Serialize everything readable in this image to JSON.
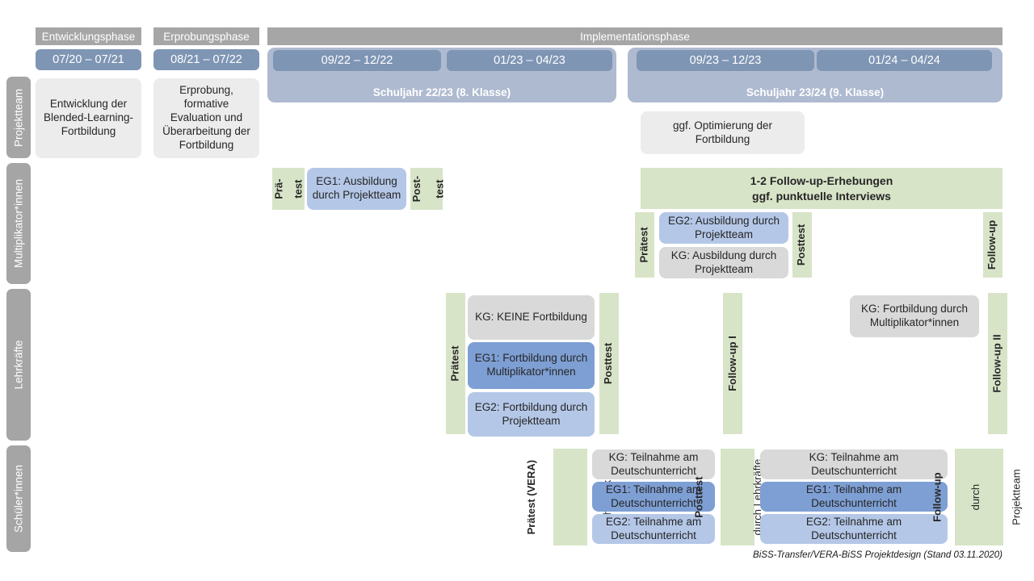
{
  "diagram": {
    "footer": "BiSS-Transfer/VERA-BiSS Projektdesign (Stand 03.11.2020)"
  },
  "phases": [
    {
      "label": "Entwicklungsphase"
    },
    {
      "label": "Erprobungsphase"
    },
    {
      "label": "Implementationsphase"
    }
  ],
  "periods": [
    {
      "label": "07/20 – 07/21"
    },
    {
      "label": "08/21 – 07/22"
    },
    {
      "label": "09/22 – 12/22"
    },
    {
      "label": "01/23 – 04/23"
    },
    {
      "label": "09/23 – 12/23"
    },
    {
      "label": "01/24 – 04/24"
    }
  ],
  "schoolyears": [
    {
      "label": "Schuljahr 22/23 (8. Klasse)"
    },
    {
      "label": "Schuljahr 23/24 (9. Klasse)"
    }
  ],
  "roles": [
    {
      "label": "Projektteam"
    },
    {
      "label": "Multiplikator*innen"
    },
    {
      "label": "Lehrkräfte"
    },
    {
      "label": "Schüler*innen"
    }
  ],
  "projektteam": {
    "entwicklung": "Entwicklung der Blended-Learning-Fortbildung",
    "erprobung": "Erprobung, formative Evaluation und Überarbeitung der Fortbildung",
    "optimierung": "ggf. Optimierung der Fortbildung"
  },
  "multiplikatoren": {
    "praetest_1": "Prä-",
    "praetest_2": "test",
    "posttest_1": "Post-",
    "posttest_2": "test",
    "eg1": "EG1: Ausbildung durch Projektteam",
    "followup_banner_line1": "1-2 Follow-up-Erhebungen",
    "followup_banner_line2": "ggf. punktuelle Interviews",
    "praetest_2324": "Prätest",
    "posttest_2324": "Posttest",
    "eg2": "EG2: Ausbildung durch Projektteam",
    "kg": "KG: Ausbildung durch Projektteam",
    "followup": "Follow-up"
  },
  "lehrkraefte": {
    "praetest": "Prätest",
    "posttest": "Posttest",
    "kg_keine": "KG:  KEINE Fortbildung",
    "eg1": "EG1: Fortbildung durch Multiplikator*innen",
    "eg2": "EG2: Fortbildung durch Projektteam",
    "followup_1": "Follow-up I",
    "followup_2": "Follow-up II",
    "kg_fortbildung": "KG: Fortbildung durch Multiplikator*innen"
  },
  "schueler": {
    "praetest_bold": "Prätest (VERA)",
    "praetest_sub": "durch Lehrkräfte",
    "posttest_bold": "Posttest",
    "posttest_sub": "durch Lehrkräfte",
    "followup_bold": "Follow-up",
    "followup_sub1": "durch",
    "followup_sub2": "Projektteam",
    "kg_a": "KG: Teilnahme am Deutschunterricht",
    "eg1_a": "EG1: Teilnahme am Deutschunterricht",
    "eg2_a": "EG2: Teilnahme am Deutschunterricht",
    "kg_b": "KG: Teilnahme am Deutschunterricht",
    "eg1_b": "EG1: Teilnahme am Deutschunterricht",
    "eg2_b": "EG2: Teilnahme am Deutschunterricht"
  },
  "colors": {
    "gray_header": "#a6a6a6",
    "date_blue": "#7e95b4",
    "schoolyear_blue": "#aebad0",
    "role_gray": "#a5a5a5",
    "box_gray_light": "#ececec",
    "box_gray": "#d9d9d9",
    "box_blue_light": "#b4c7e7",
    "box_blue_medium": "#7e9fd4",
    "green": "#d8e4c8"
  }
}
